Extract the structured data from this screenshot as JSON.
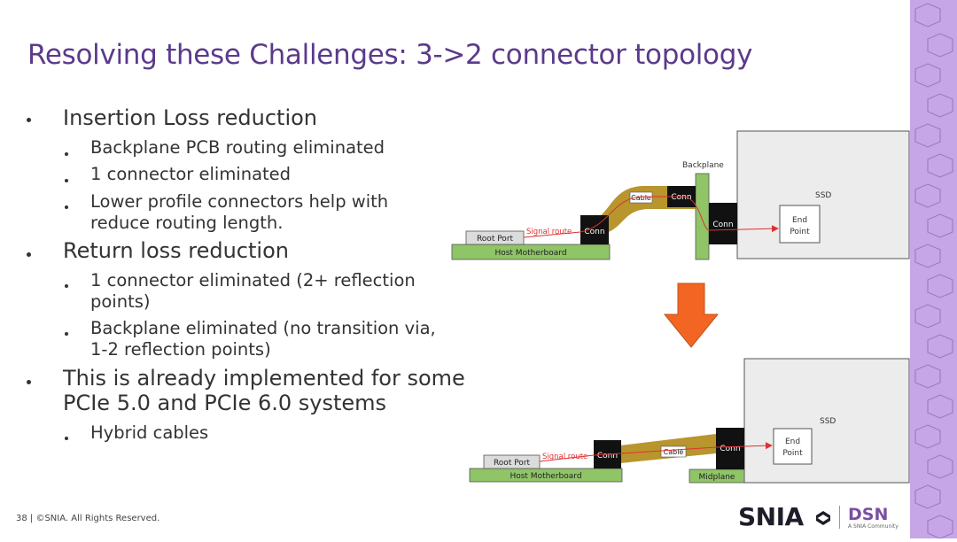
{
  "slide": {
    "title": "Resolving these Challenges: 3->2 connector topology",
    "bullets": [
      {
        "text": "Insertion Loss reduction"
      },
      {
        "text": "Backplane PCB routing eliminated"
      },
      {
        "text": "1 connector eliminated"
      },
      {
        "text": "Lower profile connectors help with"
      },
      {
        "text": "reduce routing length."
      },
      {
        "text": "Return loss reduction"
      },
      {
        "text": "1 connector eliminated (2+ reflection"
      },
      {
        "text": "points)"
      },
      {
        "text": "Backplane eliminated (no transition via,"
      },
      {
        "text": "1-2 reflection points)"
      },
      {
        "text": "This is already implemented for some"
      },
      {
        "text": "PCIe 5.0 and PCIe 6.0 systems"
      },
      {
        "text": "Hybrid cables"
      }
    ],
    "footer": "38 | ©SNIA. All Rights Reserved.",
    "logo": {
      "snia": "SNIA",
      "dsn": "DSN",
      "sub": "A SNIA Community"
    }
  },
  "diagram_top": {
    "backplane_label": "Backplane",
    "ssd_label": "SSD",
    "end_point_line1": "End",
    "end_point_line2": "Point",
    "conn_left": "Conn",
    "conn_mid": "Conn",
    "conn_right": "Conn",
    "cable_label": "Cable",
    "signal_route_label": "Signal route",
    "root_port_label": "Root Port",
    "motherboard_label": "Host Motherboard"
  },
  "diagram_bottom": {
    "ssd_label": "SSD",
    "end_point_line1": "End",
    "end_point_line2": "Point",
    "conn_left": "Conn",
    "conn_right": "Conn",
    "cable_label": "Cable",
    "signal_route_label": "Signal route",
    "root_port_label": "Root Port",
    "motherboard_label": "Host Motherboard",
    "midplane_label": "Midplane"
  },
  "colors": {
    "title": "#5b3a8c",
    "board_green": "#8fc467",
    "cable_gold": "#b08a16",
    "signal_red": "#e03030",
    "arrow_orange": "#f26522",
    "ssd_gray": "#ececec",
    "side_strip": "#c6a6e6"
  }
}
